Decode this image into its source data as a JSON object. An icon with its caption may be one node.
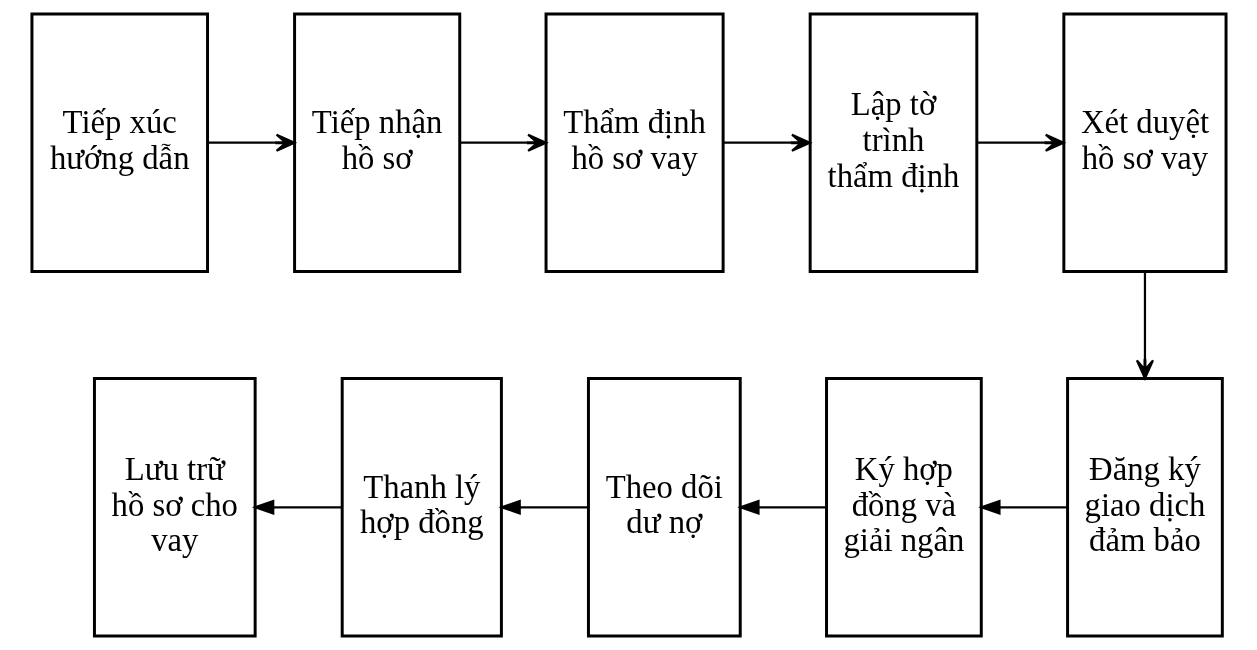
{
  "diagram": {
    "nodes": [
      {
        "text": [
          "Tiếp xúc hướng dẫn"
        ]
      },
      {
        "text": [
          "Tiếp nhận hồ sơ"
        ]
      },
      {
        "text": [
          "Thẩm định hồ sơ vay"
        ]
      },
      {
        "text": [
          "Lập tờ trình thẩm định"
        ]
      },
      {
        "text": [
          "Xét duyệt hồ sơ vay"
        ]
      },
      {
        "text": [
          "Đăng ký giao dịch đảm bảo"
        ]
      },
      {
        "text": [
          "Ký hợp đồng và giải ngân"
        ]
      },
      {
        "text": [
          "Theo dõi dư nợ"
        ]
      },
      {
        "text": [
          "Thanh lý hợp đồng"
        ]
      },
      {
        "text": [
          "Lưu trữ hồ sơ cho vay"
        ]
      }
    ],
    "edges": [
      {
        "from": 0,
        "to": 1,
        "arrow": "to"
      },
      {
        "from": 1,
        "to": 2,
        "arrow": "to"
      },
      {
        "from": 2,
        "to": 3,
        "arrow": "to"
      },
      {
        "from": 3,
        "to": 4,
        "arrow": "to"
      },
      {
        "from": 4,
        "to": 5,
        "arrow": "to"
      },
      {
        "from": 5,
        "to": 6,
        "arrow": "to"
      },
      {
        "from": 6,
        "to": 7,
        "arrow": "to"
      },
      {
        "from": 7,
        "to": 8,
        "arrow": "to"
      },
      {
        "from": 8,
        "to": 9,
        "arrow": "to"
      }
    ]
  }
}
